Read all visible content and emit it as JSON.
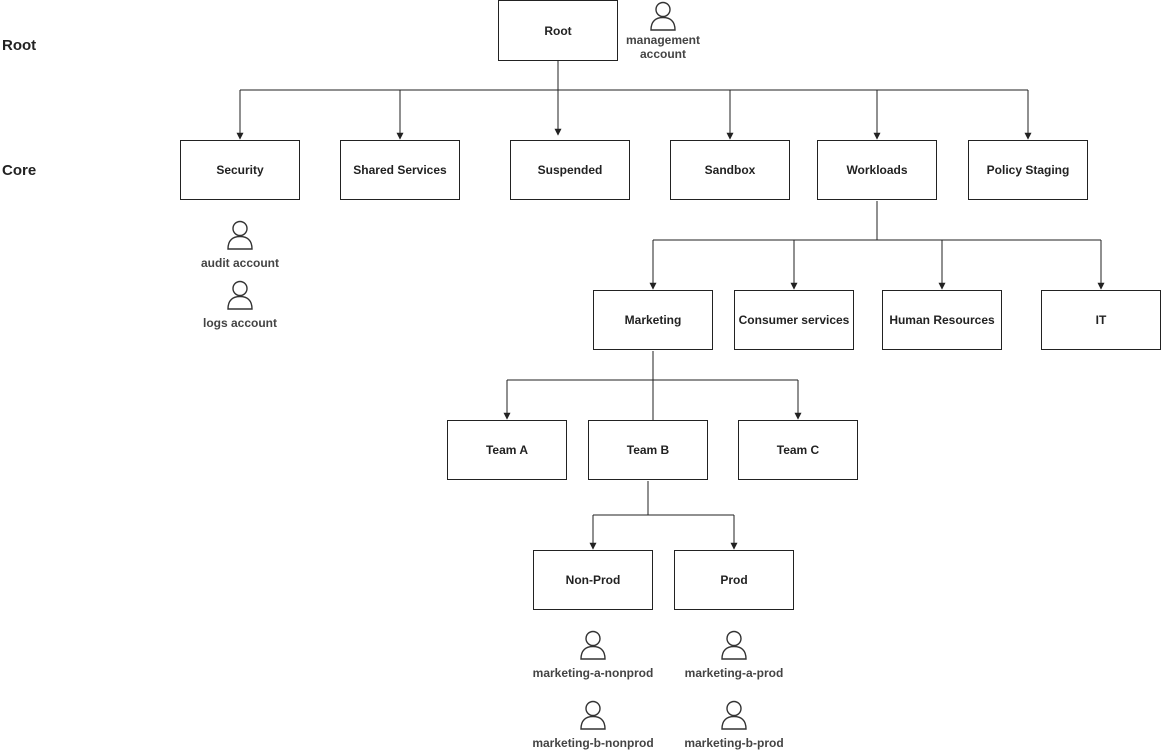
{
  "tiers": {
    "root_label": "Root",
    "core_label": "Core"
  },
  "nodes": {
    "root": "Root",
    "security": "Security",
    "shared_services": "Shared Services",
    "suspended": "Suspended",
    "sandbox": "Sandbox",
    "workloads": "Workloads",
    "policy_staging": "Policy Staging",
    "marketing": "Marketing",
    "consumer_services": "Consumer services",
    "human_resources": "Human Resources",
    "it": "IT",
    "team_a": "Team A",
    "team_b": "Team B",
    "team_c": "Team C",
    "non_prod": "Non-Prod",
    "prod": "Prod"
  },
  "accounts": {
    "management_line1": "management",
    "management_line2": "account",
    "audit": "audit account",
    "logs": "logs account",
    "marketing_a_nonprod": "marketing-a-nonprod",
    "marketing_b_nonprod": "marketing-b-nonprod",
    "marketing_a_prod": "marketing-a-prod",
    "marketing_b_prod": "marketing-b-prod"
  },
  "icons": {
    "account": "user-icon"
  },
  "colors": {
    "stroke": "#222222",
    "account_icon": "#333333"
  }
}
